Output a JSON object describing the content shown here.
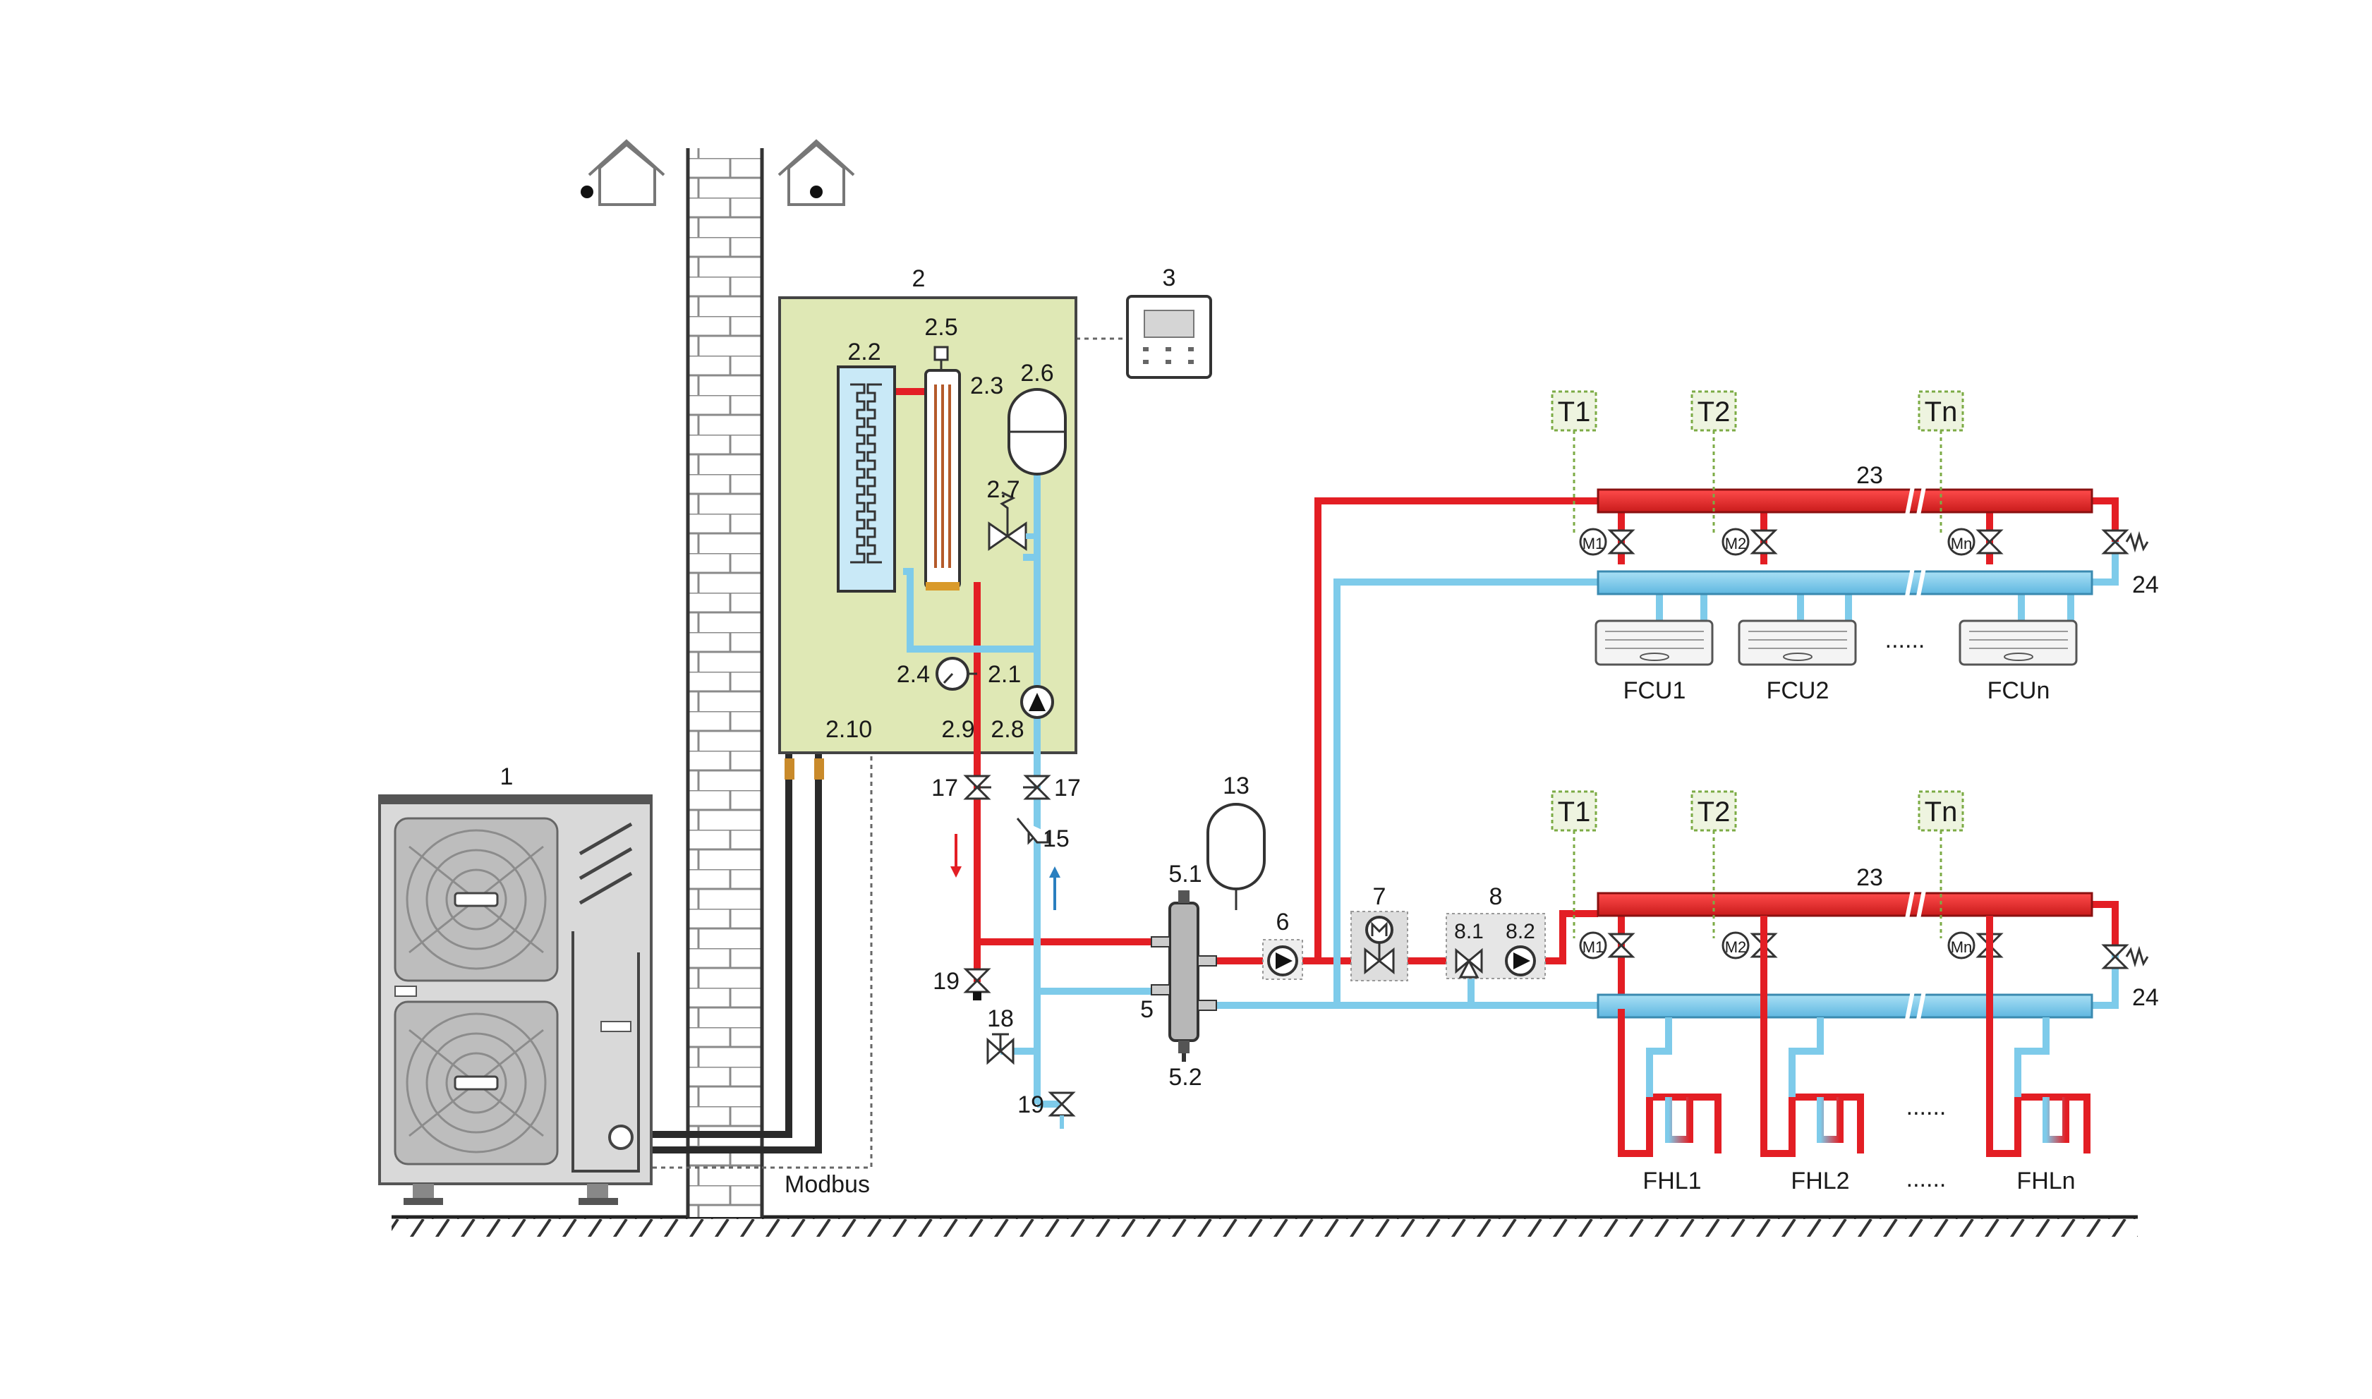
{
  "labels": {
    "outdoor_unit": "1",
    "hydro_box": "2",
    "controller": "3",
    "plate_hx": "2.2",
    "backup_heater": "2.3",
    "air_vent": "2.5",
    "expansion_vessel": "2.6",
    "safety_valve": "2.7",
    "manometer": "2.4",
    "internal_pump": "2.1",
    "refrigerant_conn": "2.10",
    "water_out": "2.9",
    "water_in": "2.8",
    "shutoff_valve": "17",
    "filter": "15",
    "drain_valve": "19",
    "fill_valve": "18",
    "balance_tank": "5",
    "balance_tank_vent": "5.1",
    "balance_tank_drain": "5.2",
    "tank_vessel": "13",
    "pump_6": "6",
    "motor_valve": "7",
    "mixing_group": "8",
    "mixing_valve": "8.1",
    "mixing_pump": "8.2",
    "manifold": "23",
    "bypass_valve": "24",
    "modbus": "Modbus"
  },
  "thermostats_fcu": [
    "T1",
    "T2",
    "Tn"
  ],
  "thermostats_fhl": [
    "T1",
    "T2",
    "Tn"
  ],
  "actuators": [
    "M1",
    "M2",
    "Mn"
  ],
  "fan_coils": [
    "FCU1",
    "FCU2",
    "FCUn"
  ],
  "floor_loops": [
    "FHL1",
    "FHL2",
    "FHLn"
  ],
  "dots": "......",
  "colors": {
    "supply": "#e31e24",
    "return": "#7ecbea",
    "refrigerant": "#2a2a2a",
    "hydro_bg": "#dfe8b5"
  }
}
